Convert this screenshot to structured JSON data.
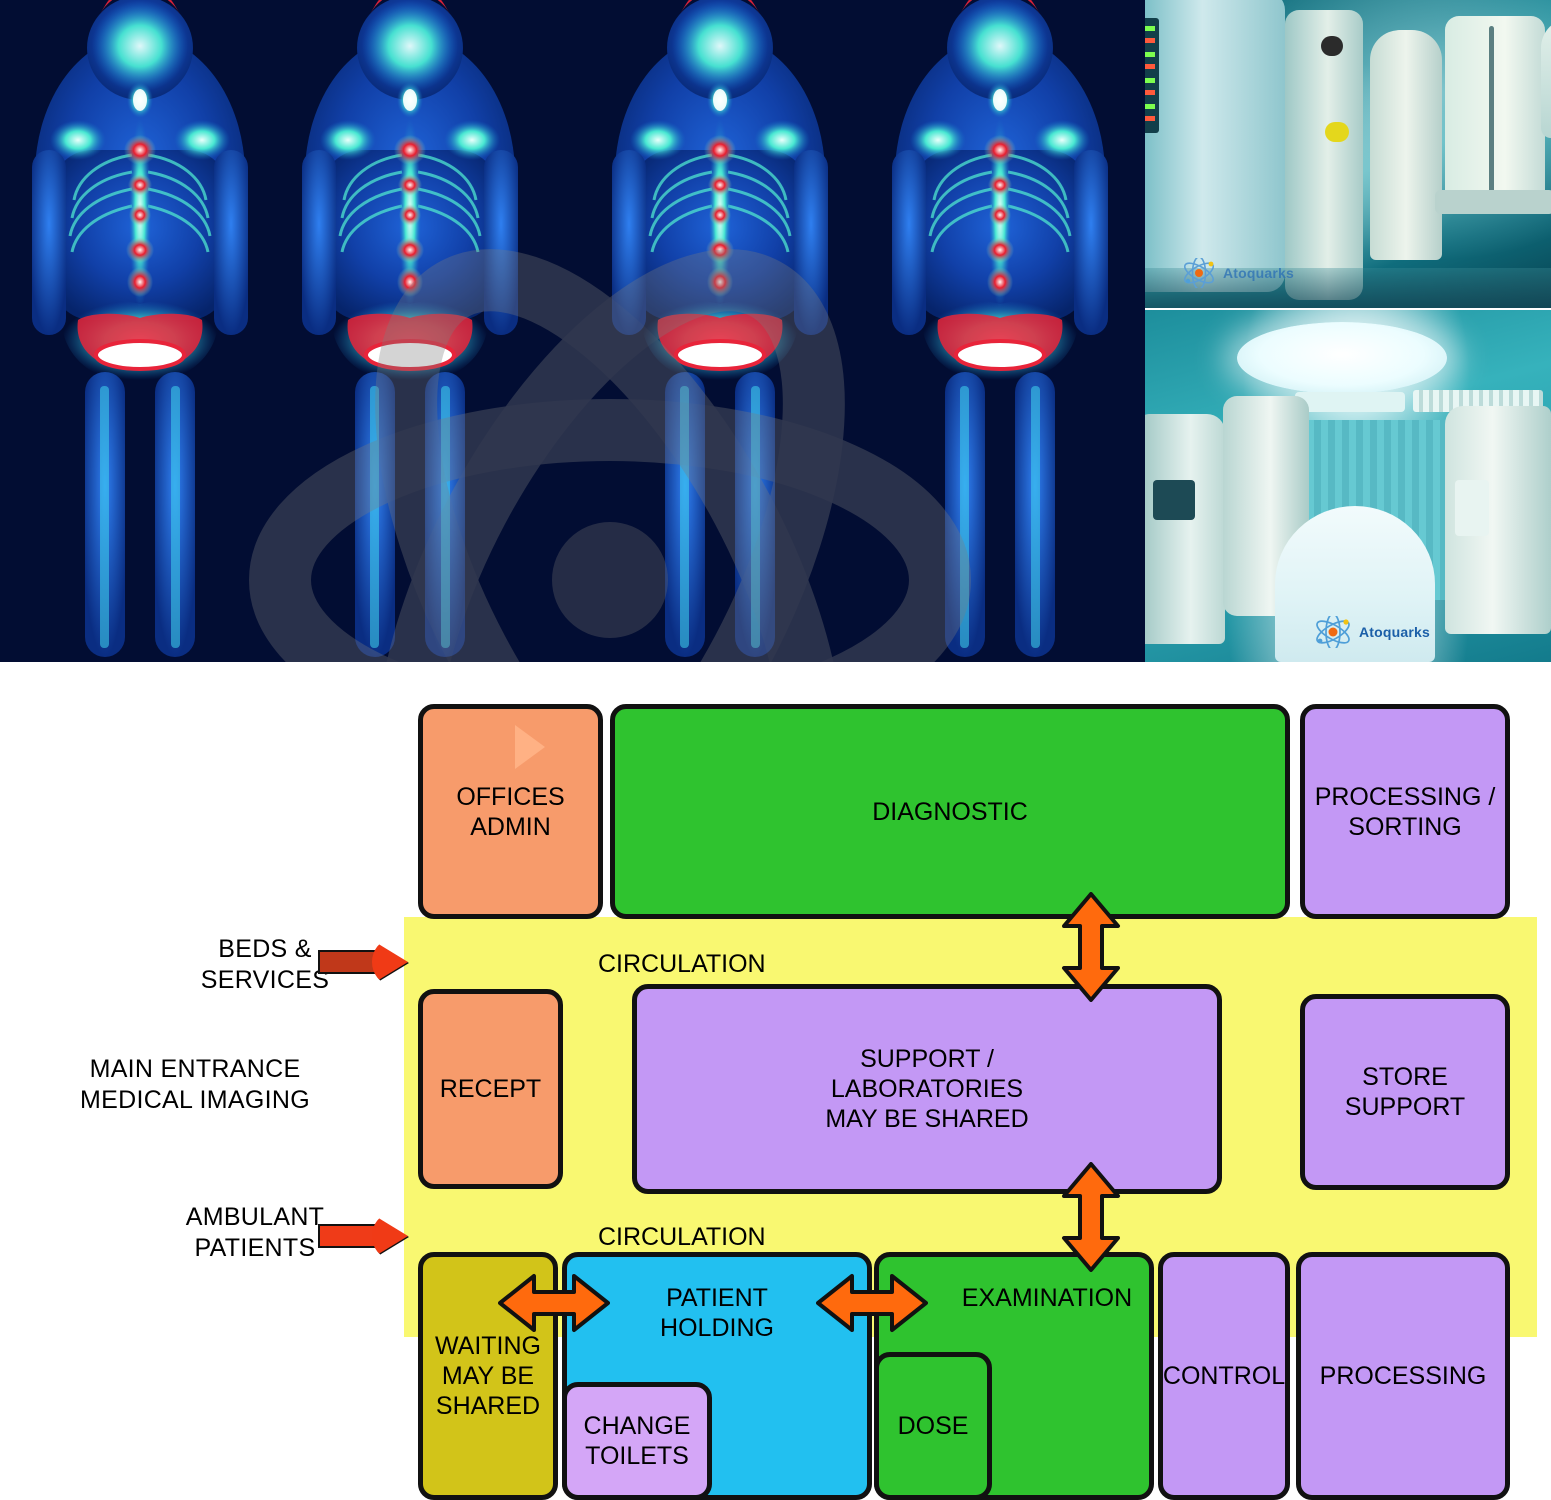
{
  "photos": {
    "bone_scan": {
      "name": "whole-body-bone-scintigraphy",
      "panels": 4,
      "caption": ""
    },
    "gamma_camera_room": {
      "name": "nuclear-medicine-equipment-room",
      "caption": ""
    },
    "scanner_suite": {
      "name": "gamma-camera-scanner-suite",
      "caption": ""
    },
    "logo_text": "Atoquarks"
  },
  "diagram": {
    "title": "",
    "side_labels": [
      {
        "id": "beds-services",
        "text": "BEDS &\nSERVICES"
      },
      {
        "id": "main-entrance",
        "text": "MAIN ENTRANCE\nMEDICAL IMAGING"
      },
      {
        "id": "ambulant-patients",
        "text": "AMBULANT\nPATIENTS"
      }
    ],
    "circulation_labels": [
      {
        "id": "circulation-upper",
        "text": "CIRCULATION"
      },
      {
        "id": "circulation-lower",
        "text": "CIRCULATION"
      }
    ],
    "rooms": [
      {
        "id": "offices-admin",
        "label": "OFFICES\nADMIN",
        "color": "#f79b6b"
      },
      {
        "id": "diagnostic",
        "label": "DIAGNOSTIC",
        "color": "#2fc32f"
      },
      {
        "id": "processing-sorting",
        "label": "PROCESSING /\nSORTING",
        "color": "#c398f5"
      },
      {
        "id": "recept",
        "label": "RECEPT",
        "color": "#f79b6b"
      },
      {
        "id": "support-laboratories",
        "label": "SUPPORT /\nLABORATORIES\nMAY BE SHARED",
        "color": "#c398f5"
      },
      {
        "id": "store-support",
        "label": "STORE\nSUPPORT",
        "color": "#c398f5"
      },
      {
        "id": "waiting",
        "label": "WAITING\nMAY BE\nSHARED",
        "color": "#d2c419"
      },
      {
        "id": "patient-holding",
        "label": "PATIENT\nHOLDING",
        "color": "#22c0f0"
      },
      {
        "id": "change-toilets",
        "label": "CHANGE\nTOILETS",
        "color": "#d4a6f7"
      },
      {
        "id": "examination",
        "label": "EXAMINATION",
        "color": "#2fc32f"
      },
      {
        "id": "dose",
        "label": "DOSE",
        "color": "#2fc32f"
      },
      {
        "id": "control",
        "label": "CONTROL",
        "color": "#c398f5"
      },
      {
        "id": "processing",
        "label": "PROCESSING",
        "color": "#c398f5"
      }
    ],
    "colors": {
      "circulation": "#f9f871",
      "flow_arrow": "#ff6a0d",
      "entry_arrow": "#ef3b18",
      "beds_arrow": "#c0381a",
      "outline": "#111111",
      "background": "#ffffff"
    },
    "flow_arrows": [
      {
        "id": "diagnostic-support-link",
        "direction": "vertical-bidirectional"
      },
      {
        "id": "support-examination-link",
        "direction": "vertical-bidirectional"
      },
      {
        "id": "waiting-patient-holding-link",
        "direction": "horizontal-bidirectional"
      },
      {
        "id": "patient-holding-examination-link",
        "direction": "horizontal-bidirectional"
      }
    ]
  }
}
